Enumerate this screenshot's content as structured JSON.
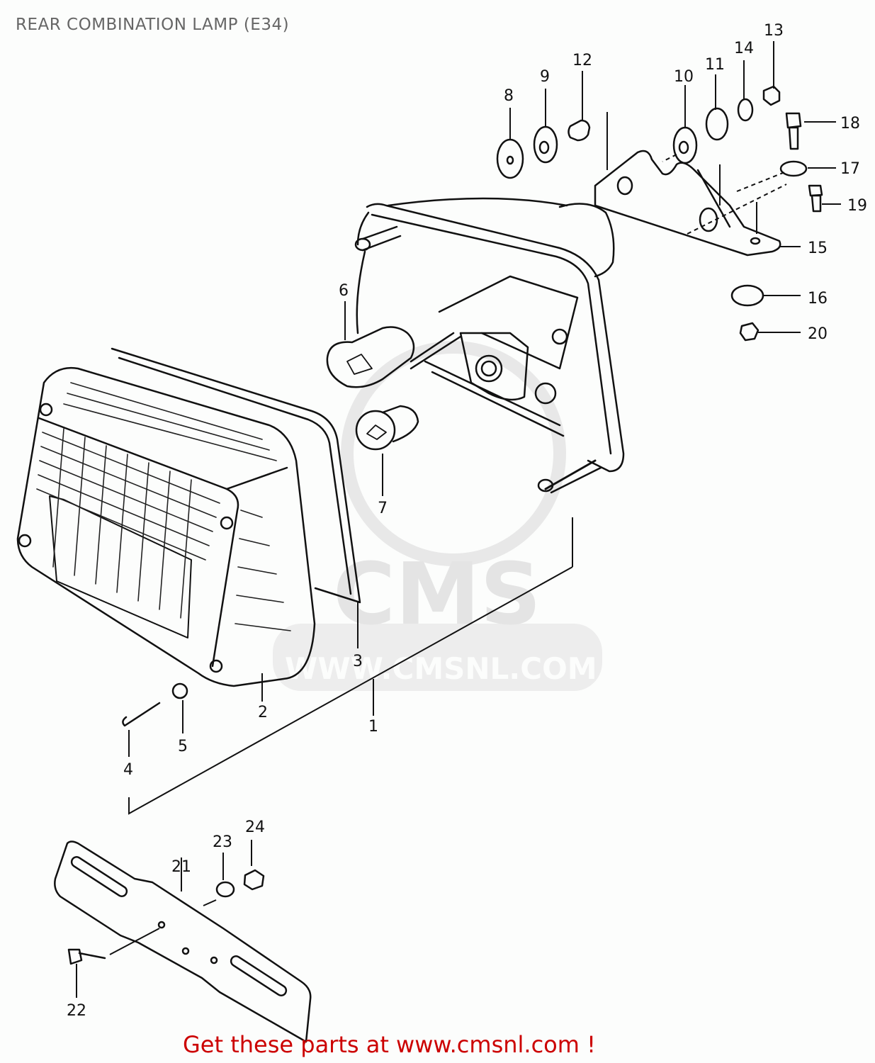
{
  "header": {
    "title": "REAR COMBINATION LAMP (E34)"
  },
  "watermark": {
    "logo_text": "CMS",
    "url_text": "WWW.CMSNL.COM"
  },
  "footer": {
    "link_text": "Get these parts at www.cmsnl.com !",
    "color": "#cc0000"
  },
  "callouts": [
    {
      "id": "1",
      "label": "1",
      "part": "rear combination lamp assembly"
    },
    {
      "id": "2",
      "label": "2",
      "part": "lens"
    },
    {
      "id": "3",
      "label": "3",
      "part": "lens gasket"
    },
    {
      "id": "4",
      "label": "4",
      "part": "lens screw"
    },
    {
      "id": "5",
      "label": "5",
      "part": "washer"
    },
    {
      "id": "6",
      "label": "6",
      "part": "bulb (large)"
    },
    {
      "id": "7",
      "label": "7",
      "part": "bulb (small)"
    },
    {
      "id": "8",
      "label": "8",
      "part": "washer"
    },
    {
      "id": "9",
      "label": "9",
      "part": "cushion"
    },
    {
      "id": "10",
      "label": "10",
      "part": "cushion"
    },
    {
      "id": "11",
      "label": "11",
      "part": "washer"
    },
    {
      "id": "12",
      "label": "12",
      "part": "spacer"
    },
    {
      "id": "13",
      "label": "13",
      "part": "nut"
    },
    {
      "id": "14",
      "label": "14",
      "part": "lock washer"
    },
    {
      "id": "15",
      "label": "15",
      "part": "bracket"
    },
    {
      "id": "16",
      "label": "16",
      "part": "clip nut"
    },
    {
      "id": "17",
      "label": "17",
      "part": "washer"
    },
    {
      "id": "18",
      "label": "18",
      "part": "bolt"
    },
    {
      "id": "19",
      "label": "19",
      "part": "bolt"
    },
    {
      "id": "20",
      "label": "20",
      "part": "nut"
    },
    {
      "id": "21",
      "label": "21",
      "part": "license plate bracket"
    },
    {
      "id": "22",
      "label": "22",
      "part": "bolt"
    },
    {
      "id": "23",
      "label": "23",
      "part": "washer"
    },
    {
      "id": "24",
      "label": "24",
      "part": "nut"
    }
  ]
}
